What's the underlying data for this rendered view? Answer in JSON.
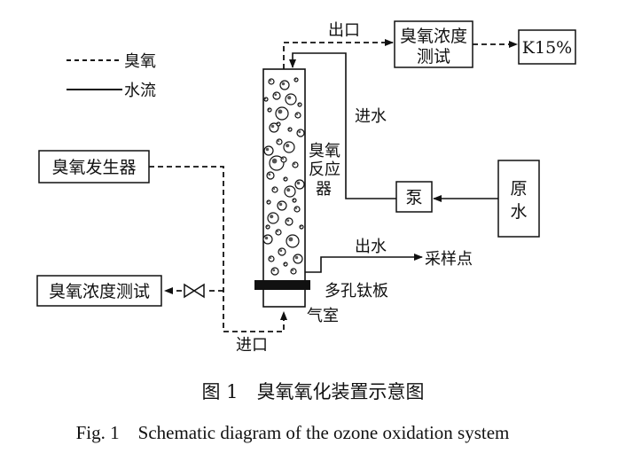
{
  "legend": {
    "ozone": "臭氧",
    "water": "水流"
  },
  "boxes": {
    "generator": "臭氧发生器",
    "left_test": "臭氧浓度测试",
    "top_test_line1": "臭氧浓度",
    "top_test_line2": "测试",
    "k15": "K15%",
    "pump": "泵",
    "raw_line1": "原",
    "raw_line2": "水"
  },
  "labels": {
    "outlet": "出口",
    "water_in": "进水",
    "reactor_line1": "臭氧",
    "reactor_line2": "反应",
    "reactor_line3": "器",
    "water_out": "出水",
    "sampling": "采样点",
    "plate": "多孔钛板",
    "chamber": "气室",
    "inlet": "进口"
  },
  "caption": {
    "cn": "图 1　臭氧氧化装置示意图",
    "en": "Fig. 1　Schematic diagram of the ozone oxidation system"
  }
}
